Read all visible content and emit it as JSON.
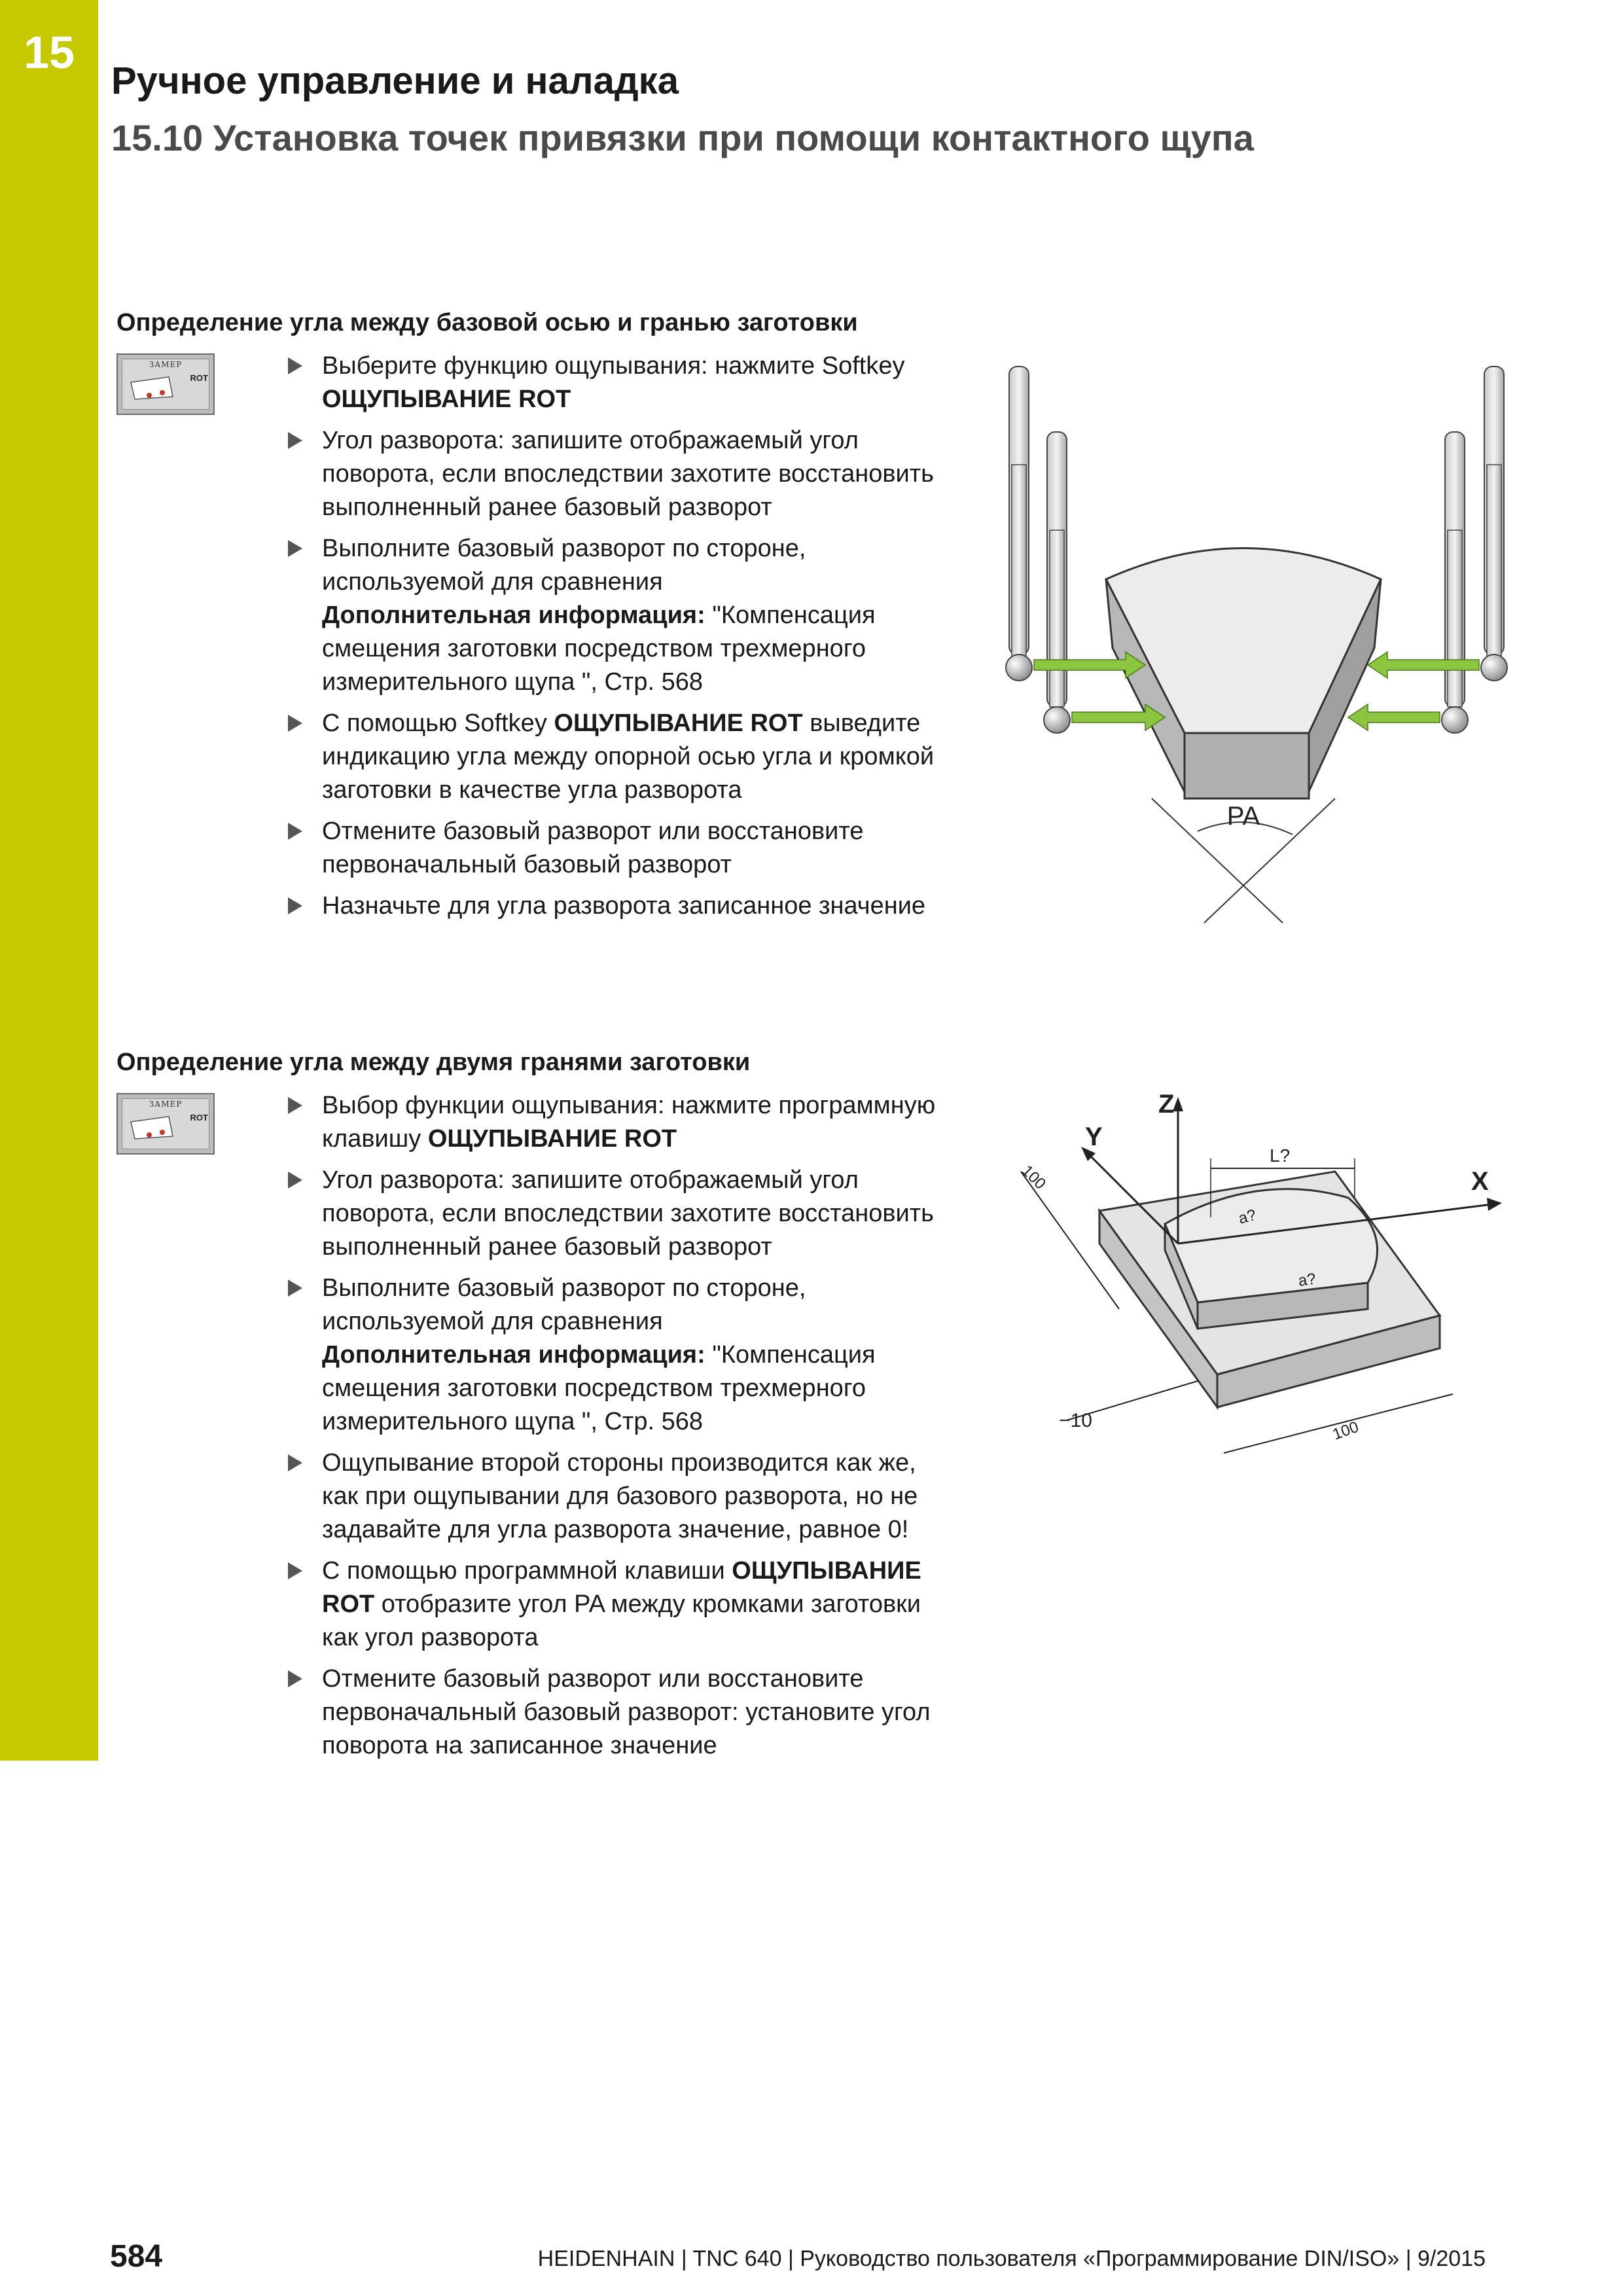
{
  "header": {
    "chapter_number": "15",
    "chapter_title": "Ручное управление и наладка",
    "section_title": "15.10 Установка точек привязки при помощи контактного щупа"
  },
  "softkey": {
    "top_label": "ЗАМЕР",
    "rot_label": "ROT"
  },
  "block1": {
    "heading": "Определение угла между базовой осью и гранью заготовки",
    "steps": [
      {
        "pre": "Выберите функцию ощупывания: нажмите Softkey ",
        "bold": "ОЩУПЫВАНИЕ ROT",
        "post": ""
      },
      {
        "pre": "Угол разворота: запишите отображаемый угол поворота, если впоследствии захотите восстановить выполненный ранее базовый разворот",
        "bold": "",
        "post": ""
      },
      {
        "pre": "Выполните базовый разворот по стороне, используемой для сравнения",
        "bold2": "Дополнительная информация:",
        "post": " \"Компенсация смещения заготовки посредством трехмерного измерительного щупа \", Стр. 568"
      },
      {
        "pre": "С помощью Softkey ",
        "bold": "ОЩУПЫВАНИЕ ROT",
        "post": " выведите индикацию угла между опорной осью угла и кромкой заготовки в качестве угла разворота"
      },
      {
        "pre": "Отмените базовый разворот или восстановите первоначальный базовый разворот",
        "bold": "",
        "post": ""
      },
      {
        "pre": "Назначьте для угла разворота записанное значение",
        "bold": "",
        "post": ""
      }
    ]
  },
  "block2": {
    "heading": "Определение угла между двумя гранями заготовки",
    "steps": [
      {
        "pre": "Выбор функции ощупывания: нажмите программную клавишу ",
        "bold": "ОЩУПЫВАНИЕ ROT",
        "post": ""
      },
      {
        "pre": "Угол разворота: запишите отображаемый угол поворота, если впоследствии захотите восстановить выполненный ранее базовый разворот",
        "bold": "",
        "post": ""
      },
      {
        "pre": "Выполните базовый разворот по стороне, используемой для сравнения",
        "bold2": "Дополнительная информация:",
        "post": " \"Компенсация смещения заготовки посредством трехмерного измерительного щупа \", Стр. 568"
      },
      {
        "pre": "Ощупывание второй стороны производится как же, как при ощупывании для базового разворота, но не задавайте для угла разворота значение, равное 0!",
        "bold": "",
        "post": ""
      },
      {
        "pre": "С помощью программной клавиши ",
        "bold": "ОЩУПЫВАНИЕ ROT",
        "post": " отобразите угол PA между кромками заготовки как угол разворота"
      },
      {
        "pre": "Отмените базовый разворот или восстановите первоначальный базовый разворот: установите угол поворота на записанное значение",
        "bold": "",
        "post": ""
      }
    ]
  },
  "figure1": {
    "angle_label": "PA",
    "arrow_color": "#8cc63f"
  },
  "figure2": {
    "axis_z": "Z",
    "axis_y": "Y",
    "axis_x": "X",
    "dim_length": "L?",
    "dim_angle_top": "a?",
    "dim_angle_bottom": "a?",
    "dim_100_left": "100",
    "dim_100_bottom": "100",
    "dim_minus10": "−10"
  },
  "footer": {
    "page_number": "584",
    "text": "HEIDENHAIN | TNC 640 | Руководство пользователя «Программирование DIN/ISO» | 9/2015"
  },
  "accent_color": "#c6c900"
}
